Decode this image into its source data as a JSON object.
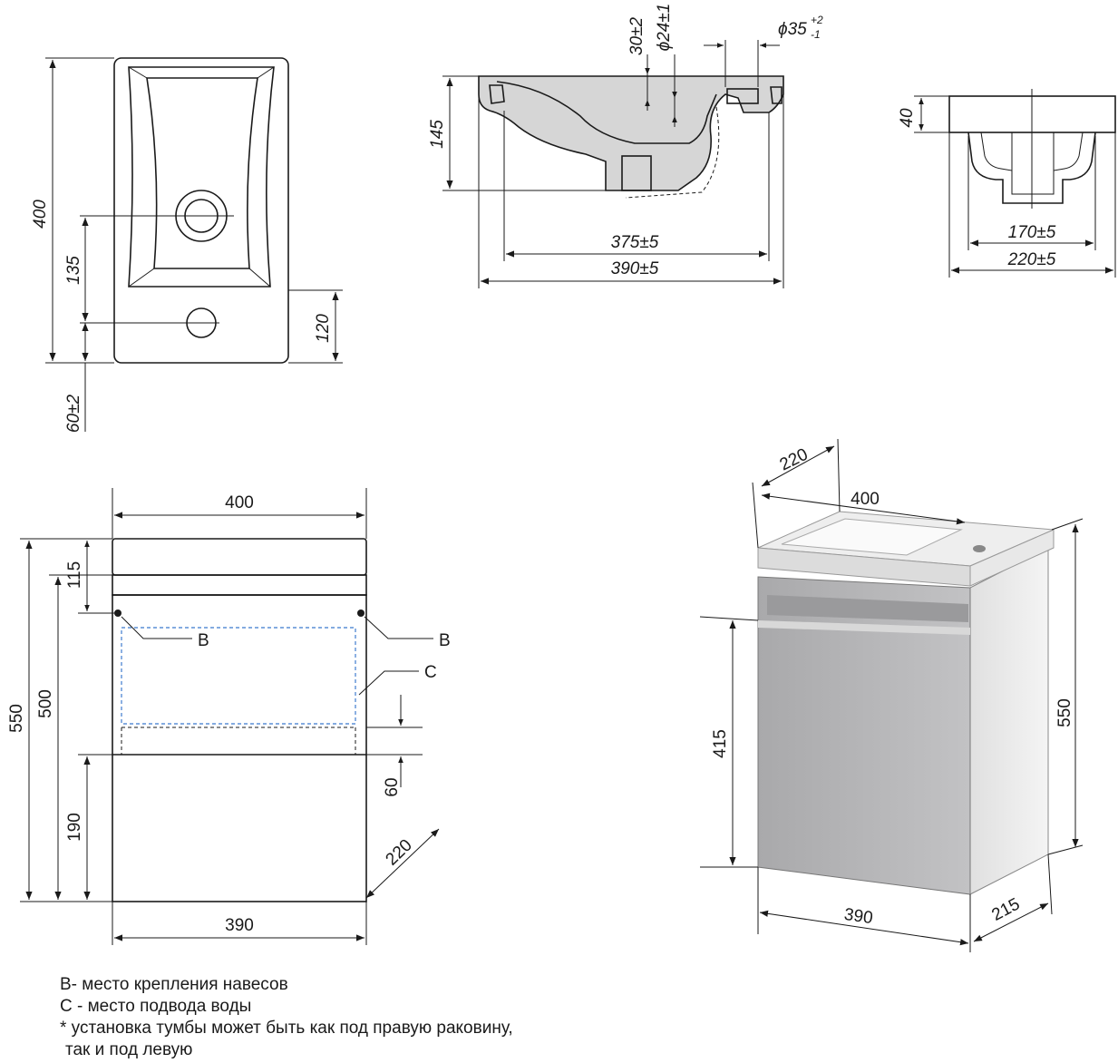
{
  "top_view": {
    "dim_overall_length": "400",
    "dim_drain_to_tap": "135",
    "dim_tap_offset": "120",
    "dim_tap_from_edge": "60±2"
  },
  "side_section": {
    "dim_height": "145",
    "dim_overflow": "30±2",
    "dim_drain_dia": "ϕ24±1",
    "dim_tap_hole": "ϕ35",
    "dim_tap_hole_tol_upper": "+2",
    "dim_tap_hole_tol_lower": "-1",
    "dim_inner_length": "375±5",
    "dim_outer_length": "390±5"
  },
  "end_view": {
    "dim_rim": "40",
    "dim_inner_width": "170±5",
    "dim_outer_width": "220±5"
  },
  "front_elevation": {
    "dim_width_top": "400",
    "dim_width_bottom": "390",
    "dim_total_height": "550",
    "dim_body_height": "500",
    "dim_top_to_mount": "115",
    "dim_base": "190",
    "dim_water_zone": "60",
    "dim_depth": "220",
    "label_b_left": "B",
    "label_b_right": "B",
    "label_c": "C"
  },
  "iso_view": {
    "dim_depth": "220",
    "dim_width_top": "400",
    "dim_height": "550",
    "dim_door": "415",
    "dim_width_bottom": "390",
    "dim_depth_bottom": "215"
  },
  "legend": {
    "line_b": "B- место крепления навесов",
    "line_c": "C - место подвода воды",
    "line_note_1": "* установка тумбы может быть как под правую раковину,",
    "line_note_2": "так и под левую"
  }
}
